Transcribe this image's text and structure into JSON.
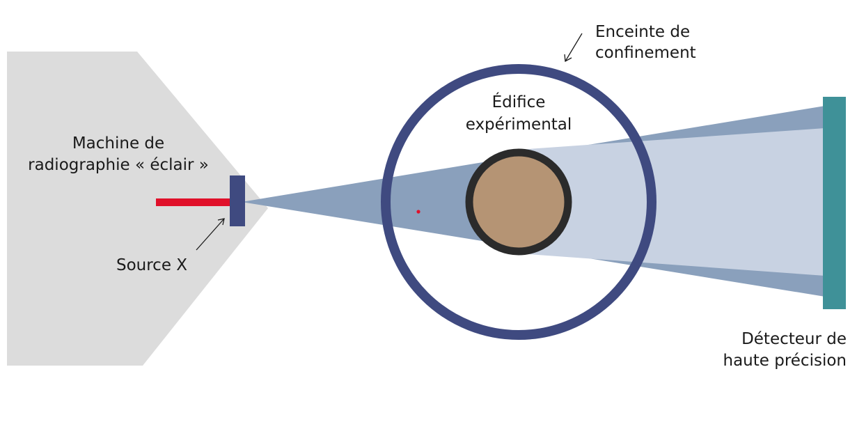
{
  "labels": {
    "machine_line1": "Machine de",
    "machine_line2": "radiographie « éclair »",
    "source": "Source X",
    "enceinte_line1": "Enceinte de",
    "enceinte_line2": "confinement",
    "edifice_line1": "Édifice",
    "edifice_line2": "expérimental",
    "detecteur_line1": "Détecteur de",
    "detecteur_line2": "haute précision"
  },
  "colors": {
    "machine_body": "#dcdcdc",
    "beam_dark": "#8aa0bc",
    "beam_light": "#c8d2e2",
    "enclosure_ring": "#3f4a80",
    "object_core": "#b59474",
    "object_ring": "#2b2b2b",
    "detector": "#3f9198",
    "source_rod": "#e0102a",
    "source_plate": "#3f4a80",
    "marker_dot": "#e0102a"
  }
}
